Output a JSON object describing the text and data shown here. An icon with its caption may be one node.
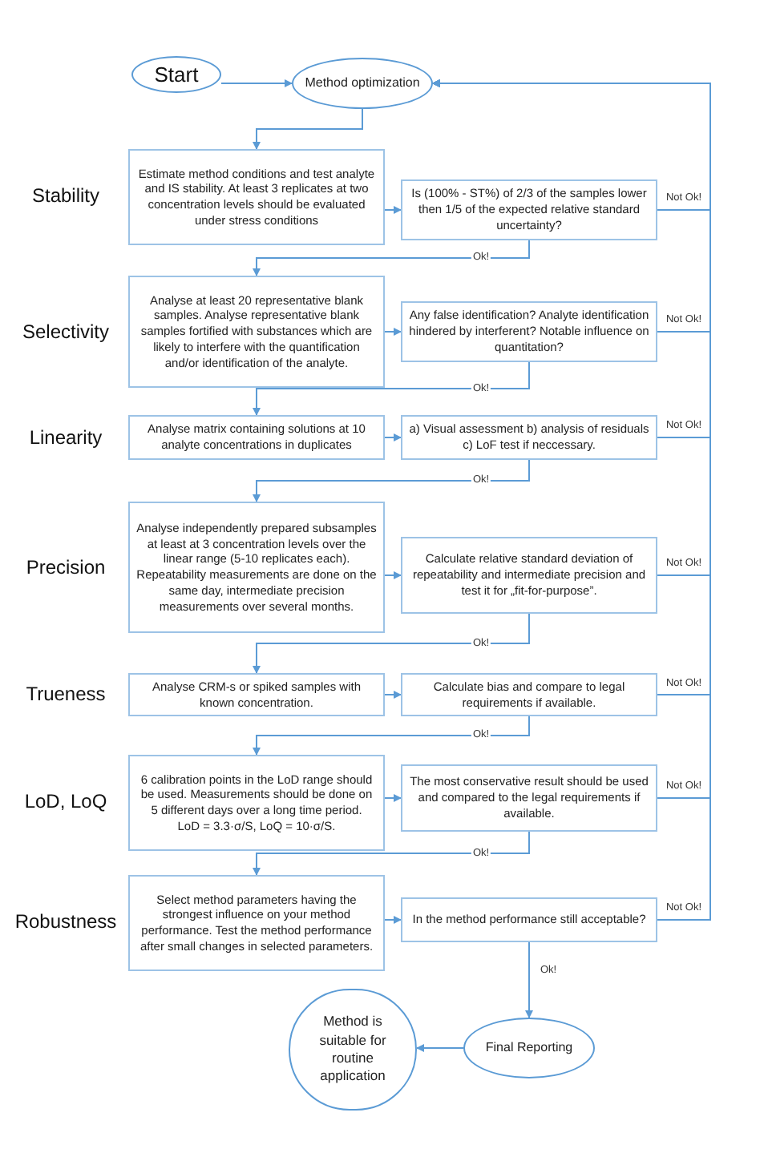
{
  "diagram": {
    "nodes": [
      {
        "text": [
          "Start"
        ]
      },
      {
        "text": [
          "Method optimization"
        ]
      },
      {
        "text": [
          "Estimate method conditions and test analyte and IS stability. At least 3 replicates at two concentration levels should be evaluated under stress conditions"
        ]
      },
      {
        "text": [
          "Is (100% - ST%) of 2/3 of the samples lower then 1/5 of the expected relative standard uncertainty?"
        ]
      },
      {
        "text": [
          "Analyse at least 20 representative blank samples. Analyse representative blank samples fortified with substances which are likely to interfere with the quantification and/or identification of the analyte."
        ]
      },
      {
        "text": [
          "Any false identification? Analyte identification hindered by interferent? Notable influence on quantitation?"
        ]
      },
      {
        "text": [
          "Analyse matrix containing solutions at 10 analyte concentrations in duplicates"
        ]
      },
      {
        "text": [
          "a) Visual assessment b) analysis of residuals c) LoF test if neccessary."
        ]
      },
      {
        "text": [
          "Analyse independently prepared subsamples at least at 3 concentration levels over the linear range (5-10 replicates each). Repeatability measurements are done on the same day, intermediate precision measurements over several months."
        ]
      },
      {
        "text": [
          "Calculate relative standard deviation of repeatability and intermediate precision and test it for „fit-for-purpose”."
        ]
      },
      {
        "text": [
          "Analyse CRM-s or spiked samples with known concentration."
        ]
      },
      {
        "text": [
          "Calculate bias and compare to legal requirements if available."
        ]
      },
      {
        "text": [
          "6 calibration points in the LoD range should be used. Measurements should be done on 5 different days over a long time period.",
          "LoD = 3.3·σ/S, LoQ = 10·σ/S."
        ]
      },
      {
        "text": [
          "The most conservative result should be used and compared to the legal requirements if available."
        ]
      },
      {
        "text": [
          "Select method parameters having the strongest influence on your method performance. Test the method performance after small changes in selected parameters."
        ]
      },
      {
        "text": [
          "In the method performance still acceptable?"
        ]
      },
      {
        "text": [
          "Final Reporting"
        ]
      },
      {
        "text": [
          "Method is suitable for routine application"
        ]
      }
    ],
    "edges": [
      {
        "from": 0,
        "to": 1,
        "arrow": "to"
      },
      {
        "from": 1,
        "to": 2,
        "arrow": "to"
      },
      {
        "from": 2,
        "to": 3,
        "arrow": "to"
      },
      {
        "from": 3,
        "to": 4,
        "arrow": "to",
        "label": "Ok!"
      },
      {
        "from": 4,
        "to": 5,
        "arrow": "to"
      },
      {
        "from": 5,
        "to": 6,
        "arrow": "to",
        "label": "Ok!"
      },
      {
        "from": 6,
        "to": 7,
        "arrow": "to"
      },
      {
        "from": 7,
        "to": 8,
        "arrow": "to",
        "label": "Ok!"
      },
      {
        "from": 8,
        "to": 9,
        "arrow": "to"
      },
      {
        "from": 9,
        "to": 10,
        "arrow": "to",
        "label": "Ok!"
      },
      {
        "from": 10,
        "to": 11,
        "arrow": "to"
      },
      {
        "from": 11,
        "to": 12,
        "arrow": "to",
        "label": "Ok!"
      },
      {
        "from": 12,
        "to": 13,
        "arrow": "to"
      },
      {
        "from": 13,
        "to": 14,
        "arrow": "to",
        "label": "Ok!"
      },
      {
        "from": 14,
        "to": 15,
        "arrow": "to"
      },
      {
        "from": 15,
        "to": 16,
        "arrow": "to",
        "label": "Ok!"
      },
      {
        "from": 16,
        "to": 17,
        "arrow": "to"
      },
      {
        "from": 3,
        "to": 1,
        "arrow": "to",
        "label": "Not Ok!"
      },
      {
        "from": 5,
        "to": 1,
        "arrow": "to",
        "label": "Not Ok!"
      },
      {
        "from": 7,
        "to": 1,
        "arrow": "to",
        "label": "Not Ok!"
      },
      {
        "from": 9,
        "to": 1,
        "arrow": "to",
        "label": "Not Ok!"
      },
      {
        "from": 11,
        "to": 1,
        "arrow": "to",
        "label": "Not Ok!"
      },
      {
        "from": 13,
        "to": 1,
        "arrow": "to",
        "label": "Not Ok!"
      },
      {
        "from": 15,
        "to": 1,
        "arrow": "to",
        "label": "Not Ok!"
      }
    ],
    "labels": [
      "Stability",
      "Selectivity",
      "Linearity",
      "Precision",
      "Trueness",
      "LoD, LoQ",
      "Robustness"
    ]
  }
}
